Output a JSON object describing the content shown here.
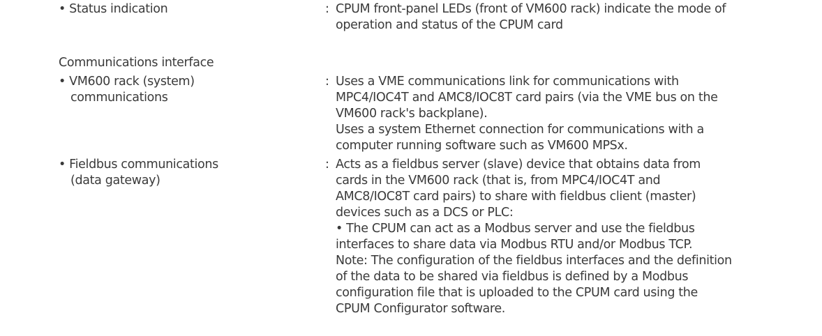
{
  "spec": {
    "status": {
      "label": "• Status indication",
      "colon": ":",
      "value_lines": [
        "CPUM front-panel LEDs (front of VM600 rack) indicate the mode of",
        "operation and status of the CPUM card"
      ]
    },
    "section_heading": "Communications interface",
    "rack": {
      "label_lines": [
        "• VM600 rack (system)",
        "communications"
      ],
      "colon": ":",
      "value_lines": [
        "Uses a VME communications link for communications with",
        "MPC4/IOC4T and AMC8/IOC8T card pairs (via the VME bus on the",
        "VM600 rack's backplane).",
        "Uses a system Ethernet connection for communications with a",
        "computer running software such as VM600 MPSx."
      ]
    },
    "fieldbus": {
      "label_lines": [
        "• Fieldbus communications",
        "(data gateway)"
      ],
      "colon": ":",
      "value_lines": [
        "Acts as a fieldbus server (slave) device that obtains data from",
        "cards in the VM600 rack (that is, from MPC4/IOC4T and",
        "AMC8/IOC8T card pairs) to share with fieldbus client (master)",
        "devices such as a DCS or PLC:",
        "• The CPUM can act as a Modbus server and use the fieldbus",
        "interfaces to share data via Modbus RTU and/or Modbus TCP.",
        "Note: The configuration of the fieldbus interfaces and the definition",
        "of the data to be shared via fieldbus is defined by a Modbus",
        "configuration file that is uploaded to the CPUM card using the",
        "CPUM Configurator software."
      ]
    }
  }
}
